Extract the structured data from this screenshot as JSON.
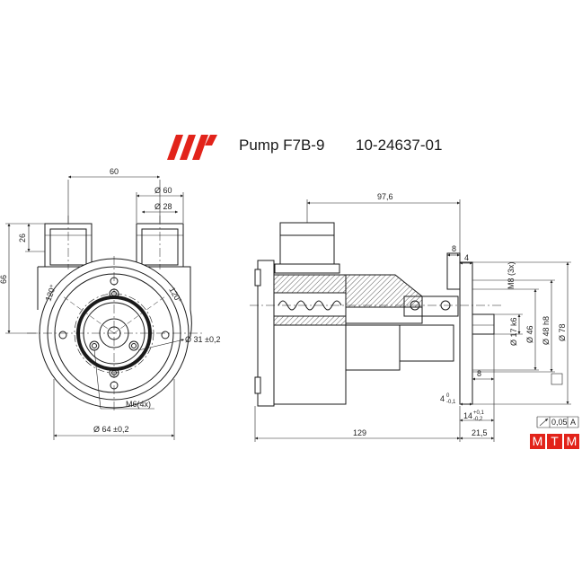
{
  "header": {
    "product": "Pump F7B-9",
    "part_number": "10-24637-01"
  },
  "brand": {
    "accent_color": "#e2231a",
    "logo_letters": [
      "M",
      "T",
      "M"
    ]
  },
  "front_view": {
    "dims": {
      "port_spacing": "60",
      "port_outer": "Ø 60",
      "port_inner": "Ø 28",
      "port_height": "26",
      "total_height": "66",
      "bolt_circle": "Ø 31 ±0,2",
      "outer_circle": "Ø 64 ±0,2",
      "thread": "M6(4x)",
      "angle_left": "120°",
      "angle_right": "120°"
    }
  },
  "side_view": {
    "dims": {
      "top_length": "97,6",
      "d8_top": "8",
      "d4": "4",
      "m8": "M8 (3x)",
      "shaft": "Ø 17 k6",
      "d46": "Ø 46",
      "d48": "Ø 48 h8",
      "d78": "Ø 78",
      "d8_bottom": "8",
      "d4_tol": "4",
      "d4_tol_up": "0",
      "d4_tol_low": "-0,1",
      "d14": "14",
      "d14_tol_up": "+0,1",
      "d14_tol_low": "-0,2",
      "total_length": "129",
      "end_length": "21,5",
      "runout": "0,05",
      "datum": "A"
    }
  }
}
